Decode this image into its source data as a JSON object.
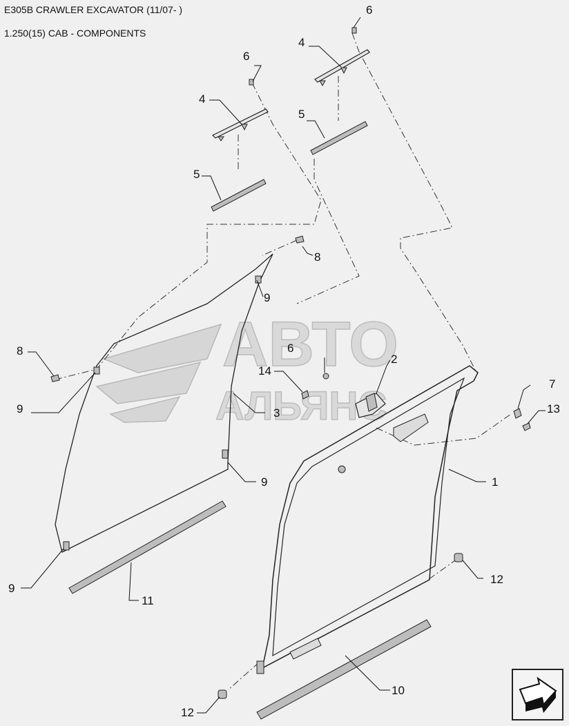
{
  "header": {
    "title": "E305B CRAWLER EXCAVATOR (11/07- )",
    "section": "1.250(15) CAB - COMPONENTS"
  },
  "watermark": {
    "line1": "АВТО",
    "line2": "АЛЬЯНС"
  },
  "callouts": {
    "c1": "1",
    "c2": "2",
    "c3": "3",
    "c4a": "4",
    "c4b": "4",
    "c5a": "5",
    "c5b": "5",
    "c6a": "6",
    "c6b": "6",
    "c6c": "6",
    "c7": "7",
    "c8a": "8",
    "c8b": "8",
    "c9a": "9",
    "c9b": "9",
    "c9c": "9",
    "c9d": "9",
    "c10": "10",
    "c11": "11",
    "c12a": "12",
    "c12b": "12",
    "c13": "13",
    "c14": "14"
  },
  "icons": {
    "nav": "next-page-arrow-icon"
  }
}
